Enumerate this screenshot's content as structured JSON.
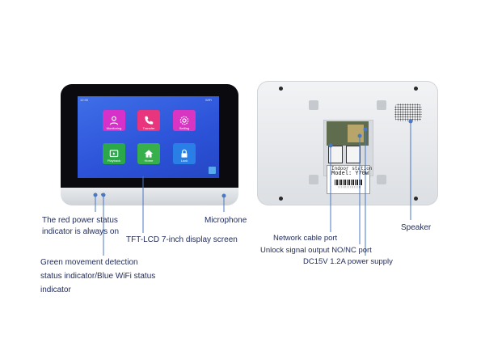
{
  "front_monitor": {
    "screen": {
      "time": "12:30",
      "status": "WiFi",
      "apps": [
        {
          "label": "Monitoring",
          "color": "#d631c9",
          "icon": "user-icon"
        },
        {
          "label": "Transfer",
          "color": "#e9357d",
          "icon": "phone-icon"
        },
        {
          "label": "Setting",
          "color": "#d935c3",
          "icon": "gear-icon"
        },
        {
          "label": "Playback",
          "color": "#2ba84a",
          "icon": "video-icon"
        },
        {
          "label": "Home",
          "color": "#37b04c",
          "icon": "home-icon"
        },
        {
          "label": "Lock",
          "color": "#2a7fe6",
          "icon": "lock-icon"
        }
      ]
    }
  },
  "back_panel": {
    "sticker": {
      "line1": "Indoor station",
      "line2": "Model: Y70W",
      "barcode_text": "||||||||||||||||"
    }
  },
  "callouts": {
    "red_power_line1": "The red power status",
    "red_power_line2": "indicator is always on",
    "green_line1": "Green movement detection",
    "green_line2": "status indicator/Blue WiFi status",
    "green_line3": "indicator",
    "display": "TFT-LCD 7-inch display screen",
    "microphone": "Microphone",
    "network": "Network cable port",
    "unlock": "Unlock signal output NO/NC port",
    "power": "DC15V 1.2A power supply",
    "speaker": "Speaker"
  },
  "colors": {
    "callout_text": "#1f2a5a",
    "leader_line": "#4a78c4"
  }
}
